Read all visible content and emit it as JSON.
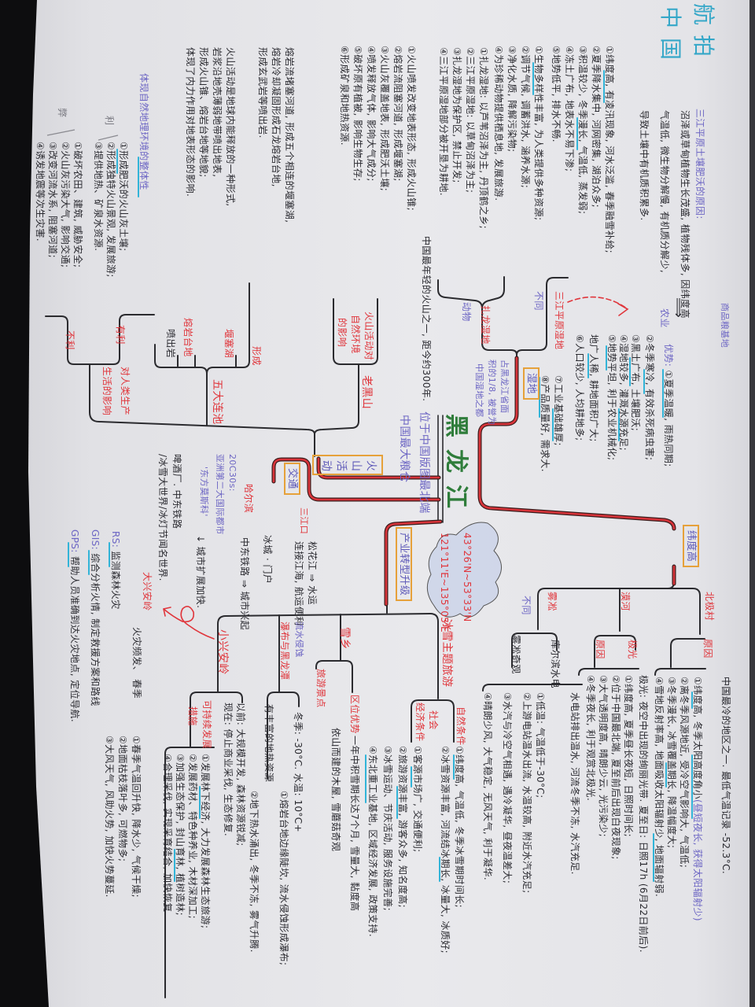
{
  "title": {
    "line1": "航拍",
    "line2": "中国"
  },
  "soil": {
    "heading": "三江平原土壤肥沃的原因:",
    "lines": [
      "沼泽或草甸植物生长茂盛, 植物残体多, 因纬度高",
      "气温低, 微生物分解慢, 有机质分解少,",
      "导致土壤中有机质积累多."
    ]
  },
  "wetland_formation": [
    "①纬度高, 有凌汛现象, 河水泛滥, 春季融雪补给;",
    "②夏季降水集中, 河网密集, 湖泊众多;",
    "③积温较少, 冬季漫长, 气温低, 蒸发弱;",
    "④冻土广布, 地表水不易下渗;",
    "⑤地势低平, 排水不畅."
  ],
  "wetland_functions": [
    "①生物多样性丰富, 为人类提供多种资源;",
    "②调节气候, 调蓄洪水, 涵养水源;",
    "③净化水质, 降解污染物;",
    "④为珍稀动物提供栖息地, 发展旅游."
  ],
  "wetland_compare": [
    "①扎龙湿地: 以芦苇沼泽为主, 丹顶鹤之乡;",
    "②三江平原湿地: 以草甸沼泽为主;",
    "③扎龙湿地为保护区, 禁止开发;",
    "④三江平原湿地部分被开垦为耕地."
  ],
  "wetland": {
    "label": "湿地",
    "note": [
      "占黑龙江省面",
      "积的1/8, 被誉为",
      "中国湿地之都"
    ],
    "branch_zhalong": "扎龙湿地",
    "branch_sanjiang": "三江平原湿地",
    "animal": "动物",
    "diff": "不同"
  },
  "agriculture": {
    "label": "农业",
    "arrow": "⟹",
    "base": "商品粮基地",
    "advantage_label": "优势:",
    "advantages": [
      "①夏季温暖, 雨热同期;",
      "②冬季寒冷, 有效杀死病虫害;",
      "③黑土广布, 土壤肥沃;",
      "④湿地较多, 灌溉水源充足;",
      "⑤地势平坦, 利于农业机械化;",
      "地广人稀, 耕地面积广大;",
      "⑥人口较少, 人均耕地多;",
      "⑦工业基础雄厚;",
      "⑧产品质量好, 需求大."
    ]
  },
  "center": {
    "name": "黑龙江",
    "location": "位于中国版图最北端",
    "role": "中国最大粮仓",
    "lat": "43°26'N~53°33'N",
    "lon": "121°11'E~135°05'E"
  },
  "volcano": {
    "label": "火山活动",
    "effect_label": [
      "火山活动对",
      "自然环境",
      "的影响"
    ],
    "laoheishan": "老黑山",
    "laoheishan_note": "中国最年轻的火山之一, 距今约300年.",
    "effects": [
      "①火山喷发改变地表形态, 形成火山锥;",
      "②熔岩流阻塞河道, 形成堰塞湖;",
      "③火山灰覆盖地表, 形成肥沃土壤;",
      "④喷发释放气体, 影响大气成分;",
      "⑤破坏原有植被, 影响生物生存;",
      "⑥形成矿泉和地热资源."
    ],
    "general": [
      "火山活动是地球内能释放的一种形式,",
      "岩浆沿地壳薄弱地带喷出地表,",
      "形成火山锥、熔岩台地等地貌;",
      "体现了内力作用对地表形态的影响."
    ],
    "formation_text": [
      "熔岩流堵塞河道, 形成五个相连的堰塞湖,",
      "熔岩冷却凝固形成石龙熔岩台地,",
      "形成玄武岩等喷出岩."
    ],
    "wudalianchi": "五大连池",
    "formation": "形成",
    "sub": [
      "喷出岩",
      "熔岩台地",
      "堰塞湖"
    ],
    "integrity": "体现自然地理环境的整体性",
    "impact_label": [
      "对人类生产",
      "生活的影响"
    ],
    "favorable": "有利",
    "unfavorable": "不利",
    "pro_mark": "利",
    "con_mark": "弊",
    "pros": [
      "①形成肥沃的火山灰土壤;",
      "②形成独特火山景观, 发展旅游;",
      "③提供地热、矿泉水资源."
    ],
    "cons": [
      "①破坏农田、建筑, 威胁安全;",
      "②火山灰污染大气, 影响交通;",
      "③改变河流水系, 阻塞河道;",
      "④诱发地震等次生灾害."
    ]
  },
  "transport": {
    "label": "交通",
    "harbin": "哈尔滨",
    "sanjiangkou": "三江口",
    "river_lines": [
      "松花江 ⇒ 水运",
      "连接江海, 航运便利"
    ],
    "gateway": "冰城 · 门户",
    "railway": "中东铁路 ⇒ 城市兴起",
    "harbin_notes": [
      "20C30s:",
      "亚洲第二大国际都市",
      "'东方莫斯科'"
    ],
    "harbin_facts": [
      "啤酒厂.  中东铁路",
      "/冰雪大世界/冰灯节闻名世界."
    ],
    "urban": "↓ 城市扩展加快."
  },
  "industry": {
    "label": "产业转型升级",
    "ice_tourism": "冰雪主题旅游",
    "natural_label": "自然条件",
    "natural": [
      "①纬度高, 气温低, 冬季冰雪期时间长;",
      "②冰雪资源丰富, 河流结冰期长, 冰量大, 冰质好;"
    ],
    "social_label": [
      "社会",
      "经济条件"
    ],
    "social": [
      "①客源市场广, 交通便利;",
      "②旅游资源丰富, 游客众多, 知名度高;",
      "③冰雪运动、节庆活动, 服务设施完善;",
      "④东北重工业基地, 区域经济发展, 政策支持."
    ],
    "xuexiang": "雪乡",
    "location_adv": "区位优势",
    "location_text": "一年中积雪期长达7个月, 雪量大, 黏度高",
    "scenic": "旅游景点",
    "scenic_text": "依山而建的木屋, 雪蘑菇奇观",
    "pubu": "瀑布与黑龙潭",
    "erosion": "流水侵蚀",
    "geothermal": "有丰富的地热资源",
    "water_temp": "冬季: -30°C.  水温: 10°C+",
    "pubu_list": [
      "①熔岩台地边缘陡坎, 流水侵蚀形成瀑布;",
      "②地下热水涌出, 冬季不冻, 雾气升腾."
    ]
  },
  "xiaoxinganling": {
    "label": "小兴安岭",
    "sustainable": [
      "可持续发展",
      "措施"
    ],
    "before": "以前: 大规模开发, 森林资源锐减;",
    "now": "现在: 停止商业采伐, 生态修复.",
    "measures": [
      "①发展林下经济, 大力发展森林生态旅游;",
      "②发展药材、特色种养业, 木材深加工;",
      "③加强生态保护, 封山育林, 植树造林;",
      "④合理采伐, 实现采育结合, 加快恢复."
    ]
  },
  "daxinganling": {
    "label": "大兴安岭",
    "fire": "火灾频发、   春季",
    "rs": {
      "tag": "RS:",
      "text": " 监测森林火灾"
    },
    "gis": {
      "tag": "GIS:",
      "text": " 综合分析火情, 制定救援方案和路线"
    },
    "gps": {
      "tag": "GPS:",
      "text": " 帮助人员准确到达火灾地点, 定位导航."
    },
    "causes": [
      "①春季气温回升快, 降水少, 气候干燥;",
      "②地面枯枝落叶多, 可燃物多;",
      "③大风天气, 风助火势, 加快火势蔓延."
    ]
  },
  "latitude": {
    "label": "纬度高",
    "beijicun": "北极村",
    "mohe": "漠河",
    "rime": "雾凇",
    "diff": "不同",
    "beijicun_reason": "原因",
    "coldest": "中国最冷的地区之一.  最低气温记录 -52.3°C.",
    "cold_reasons": {
      "r1a": "①纬度高, 冬季太阳高度角小",
      "r1b": "(昼短夜长, 获得太阳辐射少)",
      "r2": "②离冬季风源地近, 受冷空气影响大, 气温低;",
      "r3": "③冬季漫长, 冰雪覆盖期长, 降温幅度大;",
      "r4": "④雪地反射率高, 地面吸收太阳辐射少, 地面辐射弱."
    },
    "aurora": "极光",
    "mohe_reason": "原因",
    "aurora_text": "极光: 夜空中出现的绚丽光带. 夏至日: 日照17h (6月22日前后).",
    "mohe_list": [
      "①纬度高, 夏季昼长夜短, 日照时间长;",
      "②位于中国最北端, 夏至前后出现白夜现象;",
      "③大气透明度高, 晴朗少云, 光污染少;",
      "④冬季夜长, 利于观赏北极光."
    ],
    "kuerbin": "库尔滨水电",
    "rime_view": "雾凇奇观",
    "kuerbin_text": "水电站排出温水, 河流冬季不冻, 水汽充足.",
    "rime_list": [
      "①低温: 气温低于-30°C;",
      "②上游电站温水出流, 水温较高, 附近水汽充足;",
      "③水汽与冷空气相遇, 遇冷凝华, 昼夜温差大;",
      "④晴朗少风, 大气稳定, 无风天气, 利于凝华."
    ]
  },
  "colors": {
    "ink": "#2a2a30",
    "red": "#e0353b",
    "purple": "#6d66c4",
    "cyan": "#35a7c8",
    "orange_box": "#e6a13a",
    "hub_green": "#2f7d3b"
  }
}
